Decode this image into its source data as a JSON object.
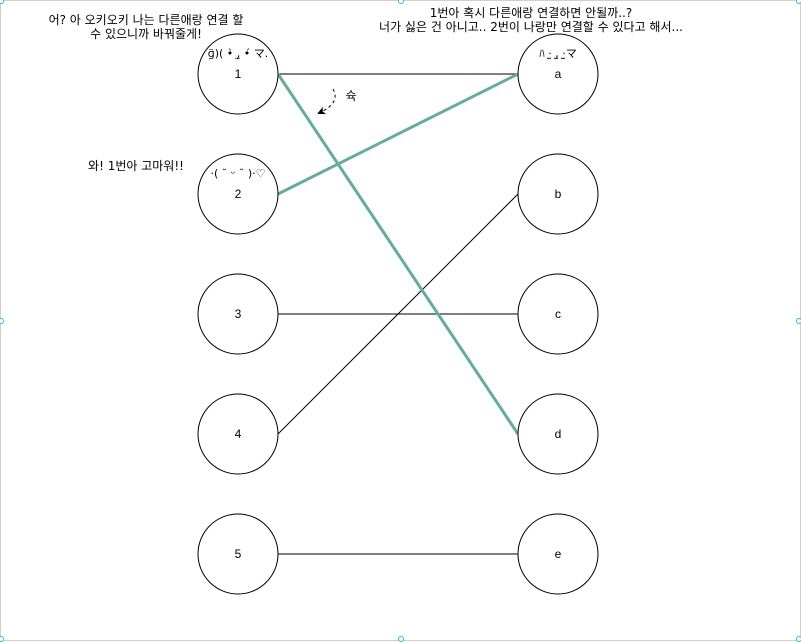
{
  "colors": {
    "highlight": "#67ab9f",
    "stroke": "#000000",
    "handle": "#29b6f2"
  },
  "left_nodes": [
    {
      "id": "1",
      "label": "1",
      "face": "ɡ̈)( •̀ ,̫ •́ マ."
    },
    {
      "id": "2",
      "label": "2",
      "face": "·( ˘ ᵕ ˘ )·♡"
    },
    {
      "id": "3",
      "label": "3",
      "face": ""
    },
    {
      "id": "4",
      "label": "4",
      "face": ""
    },
    {
      "id": "5",
      "label": "5",
      "face": ""
    }
  ],
  "right_nodes": [
    {
      "id": "a",
      "label": "a",
      "face": "ﾊ ·̫ ,̫ ·̫マ"
    },
    {
      "id": "b",
      "label": "b",
      "face": ""
    },
    {
      "id": "c",
      "label": "c",
      "face": ""
    },
    {
      "id": "d",
      "label": "d",
      "face": ""
    },
    {
      "id": "e",
      "label": "e",
      "face": ""
    }
  ],
  "edges": [
    {
      "from": "1",
      "to": "a",
      "highlight": false
    },
    {
      "from": "1",
      "to": "d",
      "highlight": true
    },
    {
      "from": "2",
      "to": "a",
      "highlight": true
    },
    {
      "from": "3",
      "to": "c",
      "highlight": false
    },
    {
      "from": "4",
      "to": "b",
      "highlight": false
    },
    {
      "from": "5",
      "to": "e",
      "highlight": false
    }
  ],
  "annotations": {
    "top_left_line1": "어? 아 오키오키 나는 다른애랑 연결 할",
    "top_left_line2": "수 있으니까 바꿔줄게!",
    "top_right_line1": "1번아 혹시 다른애랑 연결하면 안될까..?",
    "top_right_line2": "너가 싫은 건 아니고.. 2번이 나랑만 연결할 수 있다고 해서...",
    "mid_left": "와! 1번아 고마워!!",
    "swoosh": "슉"
  }
}
